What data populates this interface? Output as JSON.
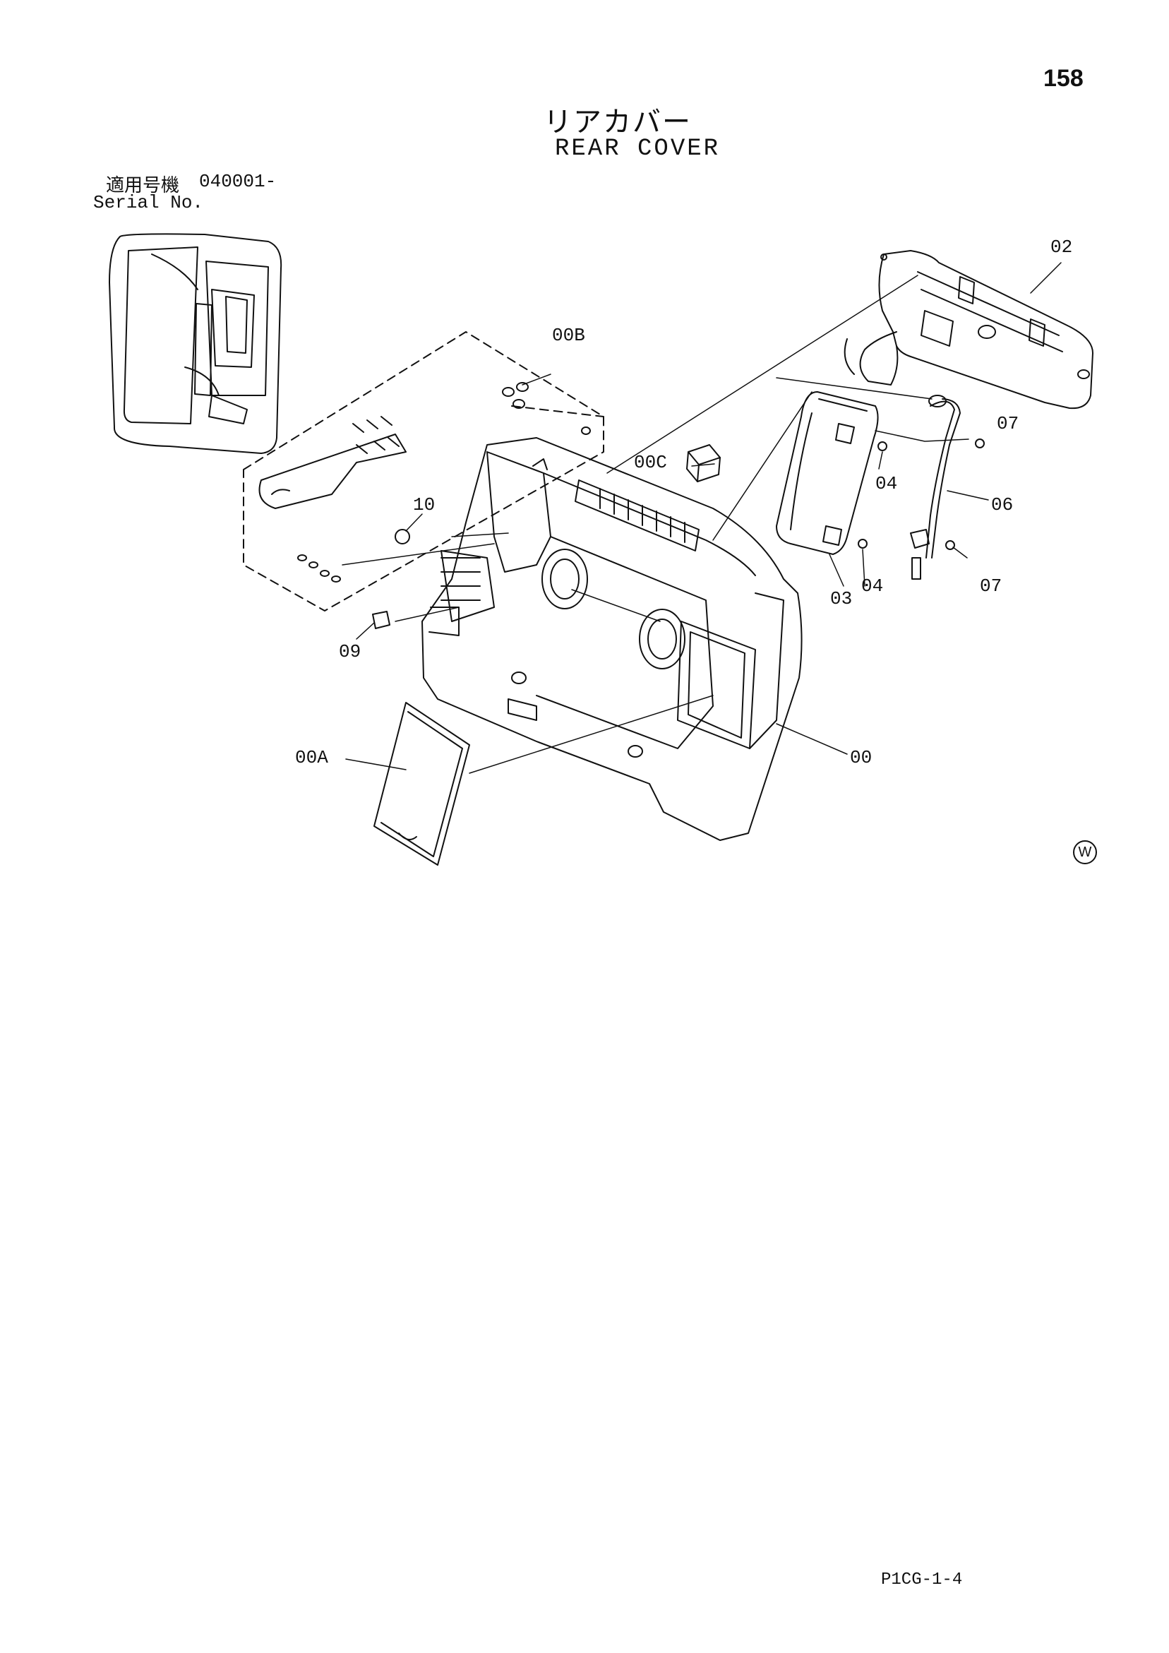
{
  "header": {
    "page_number": "158",
    "title_jp": "リアカバー",
    "title_en": "REAR COVER",
    "serial_label_jp": "適用号機",
    "serial_value": "040001-",
    "serial_label_en": "Serial No."
  },
  "callouts": {
    "c02": "02",
    "c00B": "00B",
    "c07a": "07",
    "c00C": "00C",
    "c04a": "04",
    "c06": "06",
    "c10": "10",
    "c03": "03",
    "c04b": "04",
    "c07b": "07",
    "c09": "09",
    "c00A": "00A",
    "c00": "00"
  },
  "footer": {
    "code": "P1CG-1-4",
    "mark": "W"
  }
}
